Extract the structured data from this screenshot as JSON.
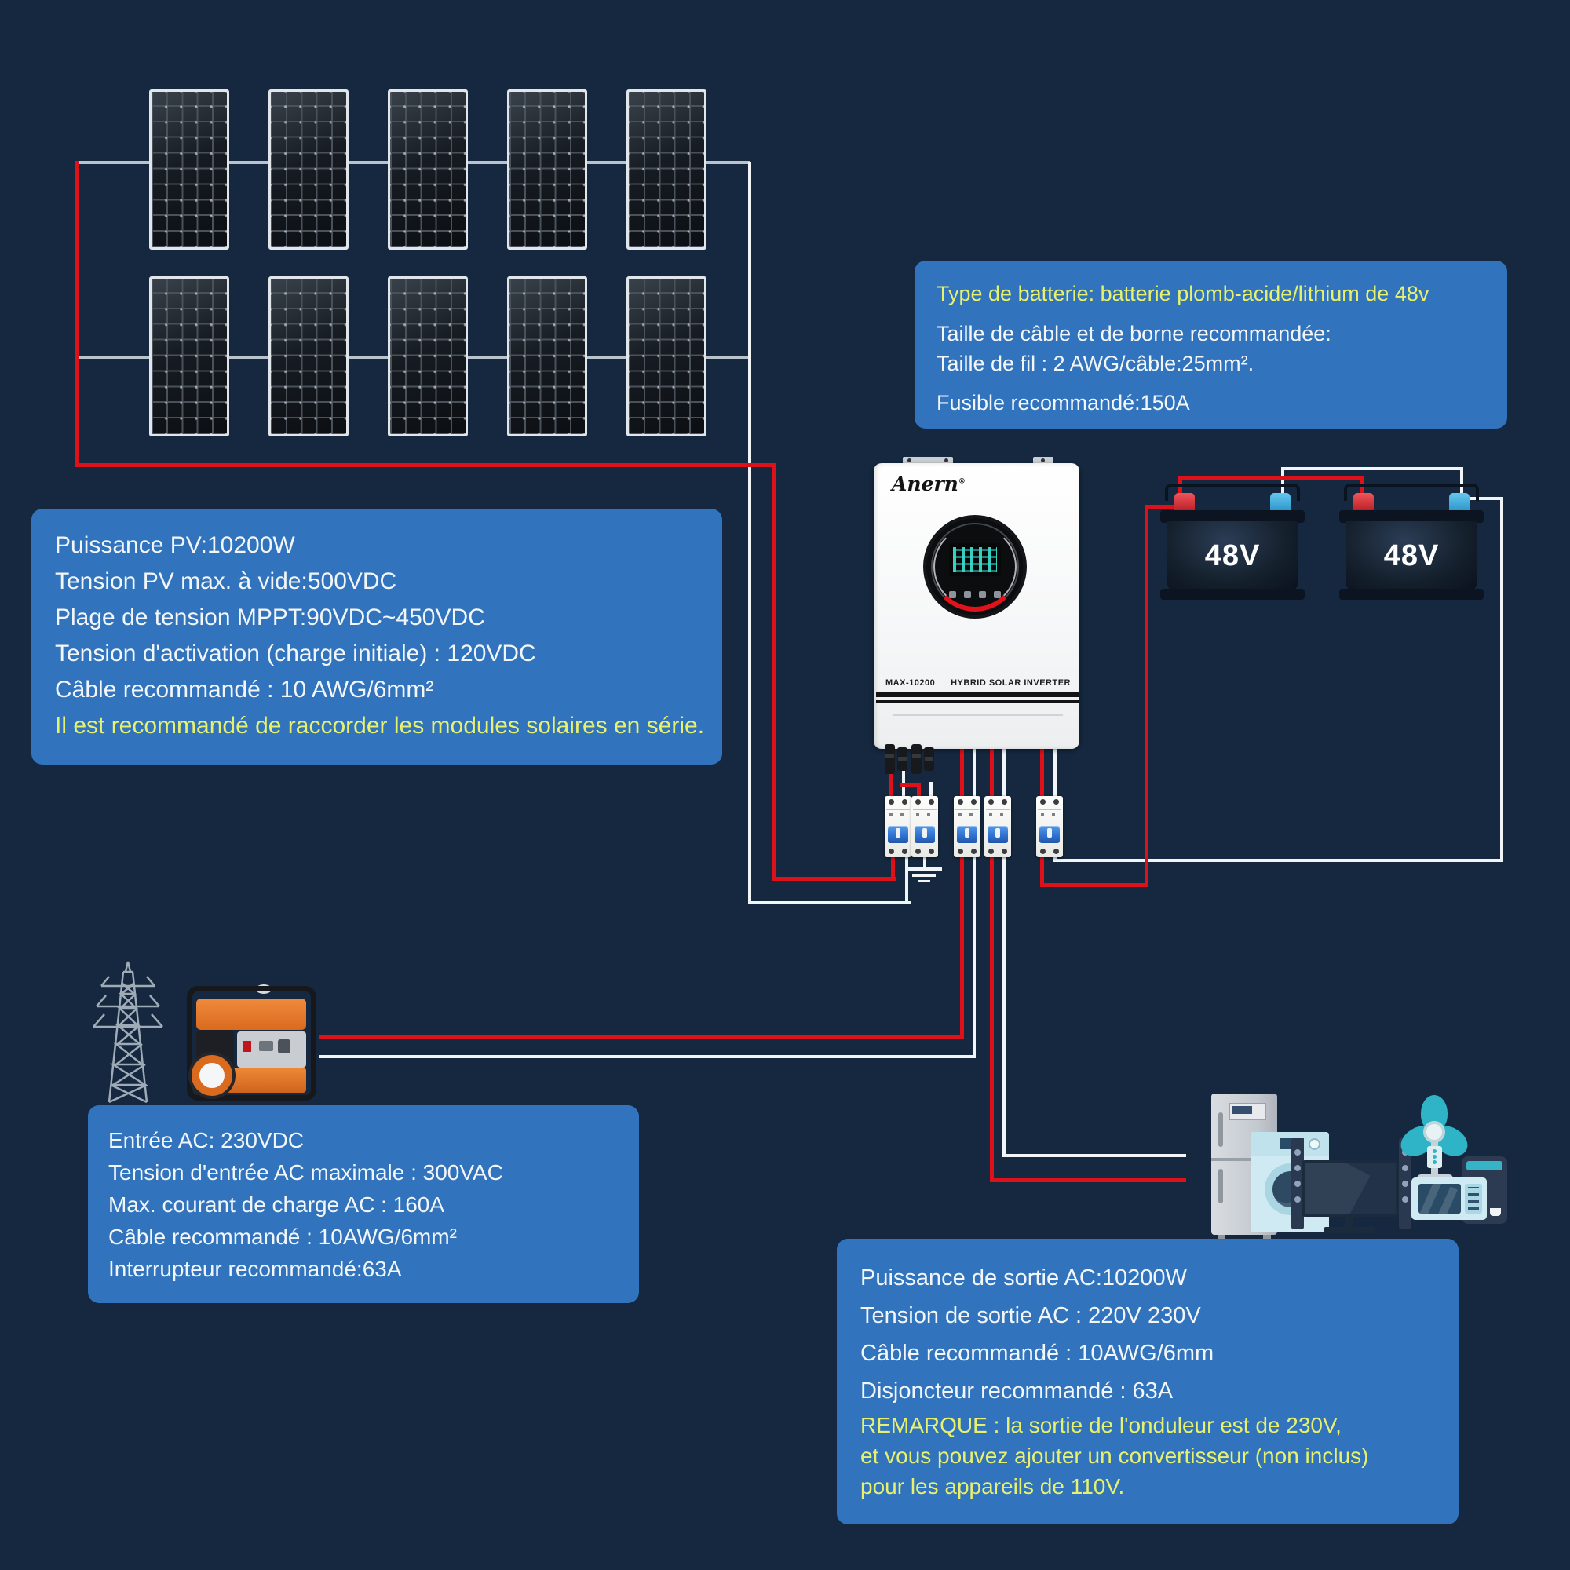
{
  "colors": {
    "background": "#15283f",
    "box_blue": "#3173bc",
    "wire_red": "#de1019",
    "wire_white": "#f2f5f7",
    "text_white": "#f2f6f9",
    "text_yellow": "#e7f16e"
  },
  "pv_box": {
    "lines": [
      "Puissance PV:10200W",
      "Tension PV max. à vide:500VDC",
      "Plage de tension MPPT:90VDC~450VDC",
      "Tension d'activation (charge initiale) : 120VDC",
      "Câble recommandé : 10 AWG/6mm²"
    ],
    "note": "Il est recommandé de raccorder les modules solaires en série."
  },
  "battery_box": {
    "title": "Type de batterie: batterie plomb-acide/lithium de 48v",
    "lines": [
      "Taille de câble et de borne recommandée:",
      "Taille de fil : 2 AWG/câble:25mm².",
      "Fusible recommandé:150A"
    ]
  },
  "ac_in_box": {
    "lines": [
      "Entrée AC: 230VDC",
      "Tension d'entrée AC maximale : 300VAC",
      "Max. courant de charge AC : 160A",
      "Câble recommandé : 10AWG/6mm²",
      "Interrupteur recommandé:63A"
    ]
  },
  "ac_out_box": {
    "lines": [
      "Puissance de sortie AC:10200W",
      "Tension de sortie AC : 220V 230V",
      "Câble recommandé : 10AWG/6mm",
      "Disjoncteur recommandé : 63A"
    ],
    "note_lines": [
      "REMARQUE : la sortie de l'onduleur est de 230V,",
      "et vous pouvez ajouter un convertisseur (non inclus)",
      "pour les appareils de 110V."
    ]
  },
  "inverter": {
    "brand": "Anern",
    "brand_mark": "®",
    "model": "MAX-10200",
    "type_label": "HYBRID SOLAR INVERTER"
  },
  "battery": {
    "label": "48V"
  }
}
